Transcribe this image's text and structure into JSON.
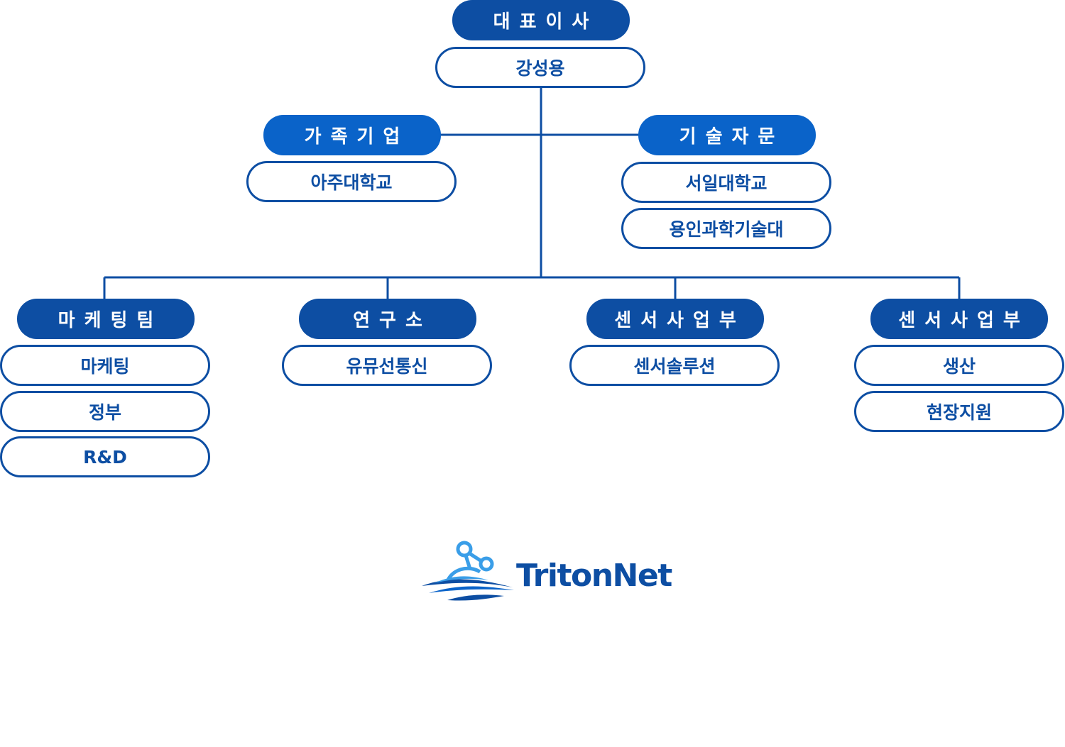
{
  "ceo": {
    "title": "대표이사",
    "name": "강성용"
  },
  "family": {
    "title": "가족기업",
    "items": [
      "아주대학교"
    ]
  },
  "advisory": {
    "title": "기술자문",
    "items": [
      "서일대학교",
      "용인과학기술대"
    ]
  },
  "departments": [
    {
      "title": "마케팅팀",
      "items": [
        "마케팅",
        "정부",
        "R&D"
      ]
    },
    {
      "title": "연구소",
      "items": [
        "유뮤선통신"
      ]
    },
    {
      "title": "센서사업부",
      "items": [
        "센서솔루션"
      ]
    },
    {
      "title": "센서사업부",
      "items": [
        "생산",
        "현장지원"
      ]
    }
  ],
  "logo": {
    "text": "TritonNet",
    "icon": "molecule-wave-logo-icon"
  },
  "colors": {
    "primary": "#0d4ea3",
    "secondary": "#0a63c9",
    "accent": "#3a9ee8"
  }
}
